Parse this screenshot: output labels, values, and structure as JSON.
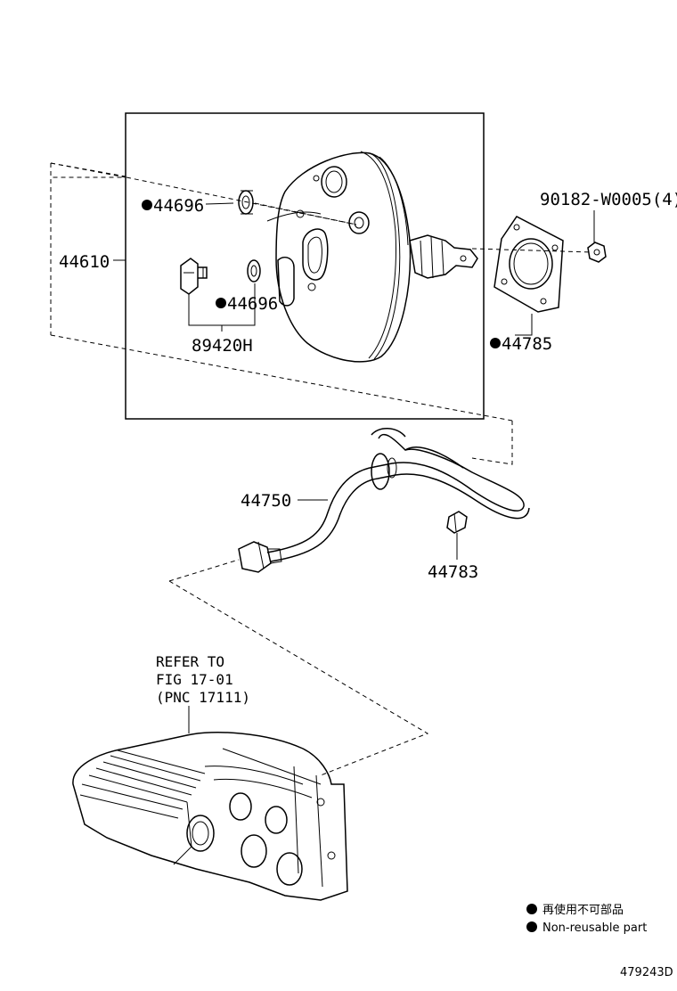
{
  "parts": {
    "booster_assy": "44610",
    "grommet_upper": "44696",
    "grommet_lower": "44696",
    "sensor": "89420H",
    "nut": "90182-W0005(4)",
    "gasket": "44785",
    "hose": "44750",
    "clip": "44783"
  },
  "reference": {
    "line1": "REFER TO",
    "line2": "FIG 17-01",
    "line3": "(PNC 17111)"
  },
  "legend": {
    "jp": "再使用不可部品",
    "en": "Non-reusable part"
  },
  "figure_id": "479243D"
}
